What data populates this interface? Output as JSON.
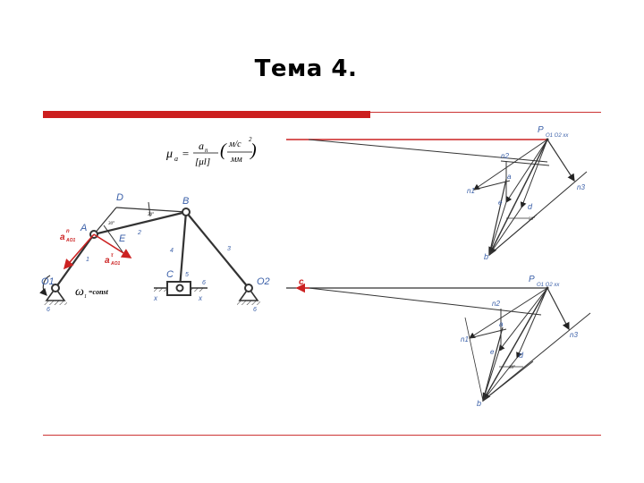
{
  "title": "Тема 4.",
  "formula": {
    "lhs": "μ",
    "lhs_sub": "a",
    "eq": "=",
    "num": "a",
    "num_sub": "n",
    "den": "[μl]",
    "rhs_num": "м/с",
    "rhs_sup": "2",
    "rhs_den": "мм"
  },
  "mechanism": {
    "points": [
      "D",
      "B",
      "A",
      "E",
      "C",
      "O1",
      "O2"
    ],
    "links": [
      "1",
      "2",
      "3",
      "4",
      "5",
      "6",
      "6",
      "6"
    ],
    "angles": [
      "30°",
      "30°"
    ],
    "omega": "ω",
    "omega_sub": "1",
    "omega_note": "=const",
    "acc_labels": [
      {
        "main": "a",
        "sub": "AO1",
        "sup": "n"
      },
      {
        "main": "a",
        "sub": "AO1",
        "sup": "τ"
      }
    ],
    "slider_marks": [
      "x",
      "x"
    ]
  },
  "plan_top": {
    "pole": "P",
    "pole_sub": "O1 O2 xx",
    "points": [
      "n2",
      "n1",
      "a",
      "e",
      "d",
      "n3",
      "b"
    ],
    "angle": "30°"
  },
  "plan_bottom": {
    "pole": "P",
    "pole_sub": "O1 O2 xx",
    "c_label": "c",
    "points": [
      "n2",
      "n1",
      "a",
      "e",
      "d",
      "n3",
      "b"
    ],
    "angle": "30°"
  },
  "colors": {
    "accent_red": "#cc1e1e",
    "label_blue": "#3a5fa8",
    "line_gray": "#333333"
  }
}
